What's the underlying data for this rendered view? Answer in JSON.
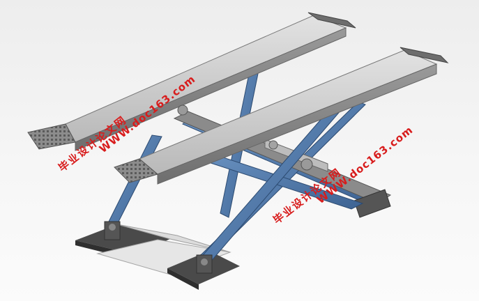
{
  "watermarks": [
    {
      "url": "WWW.doc163.com",
      "name": "毕业设计论文网"
    },
    {
      "url": "WWW.doc163.com",
      "name": "毕业设计论文网"
    }
  ],
  "colors": {
    "background": "#f2f2f2",
    "runway": "#c7c7c7",
    "scissor_arm": "#4f77a6",
    "base_plate": "#4a4a4a",
    "watermark": "#d81c1c"
  }
}
